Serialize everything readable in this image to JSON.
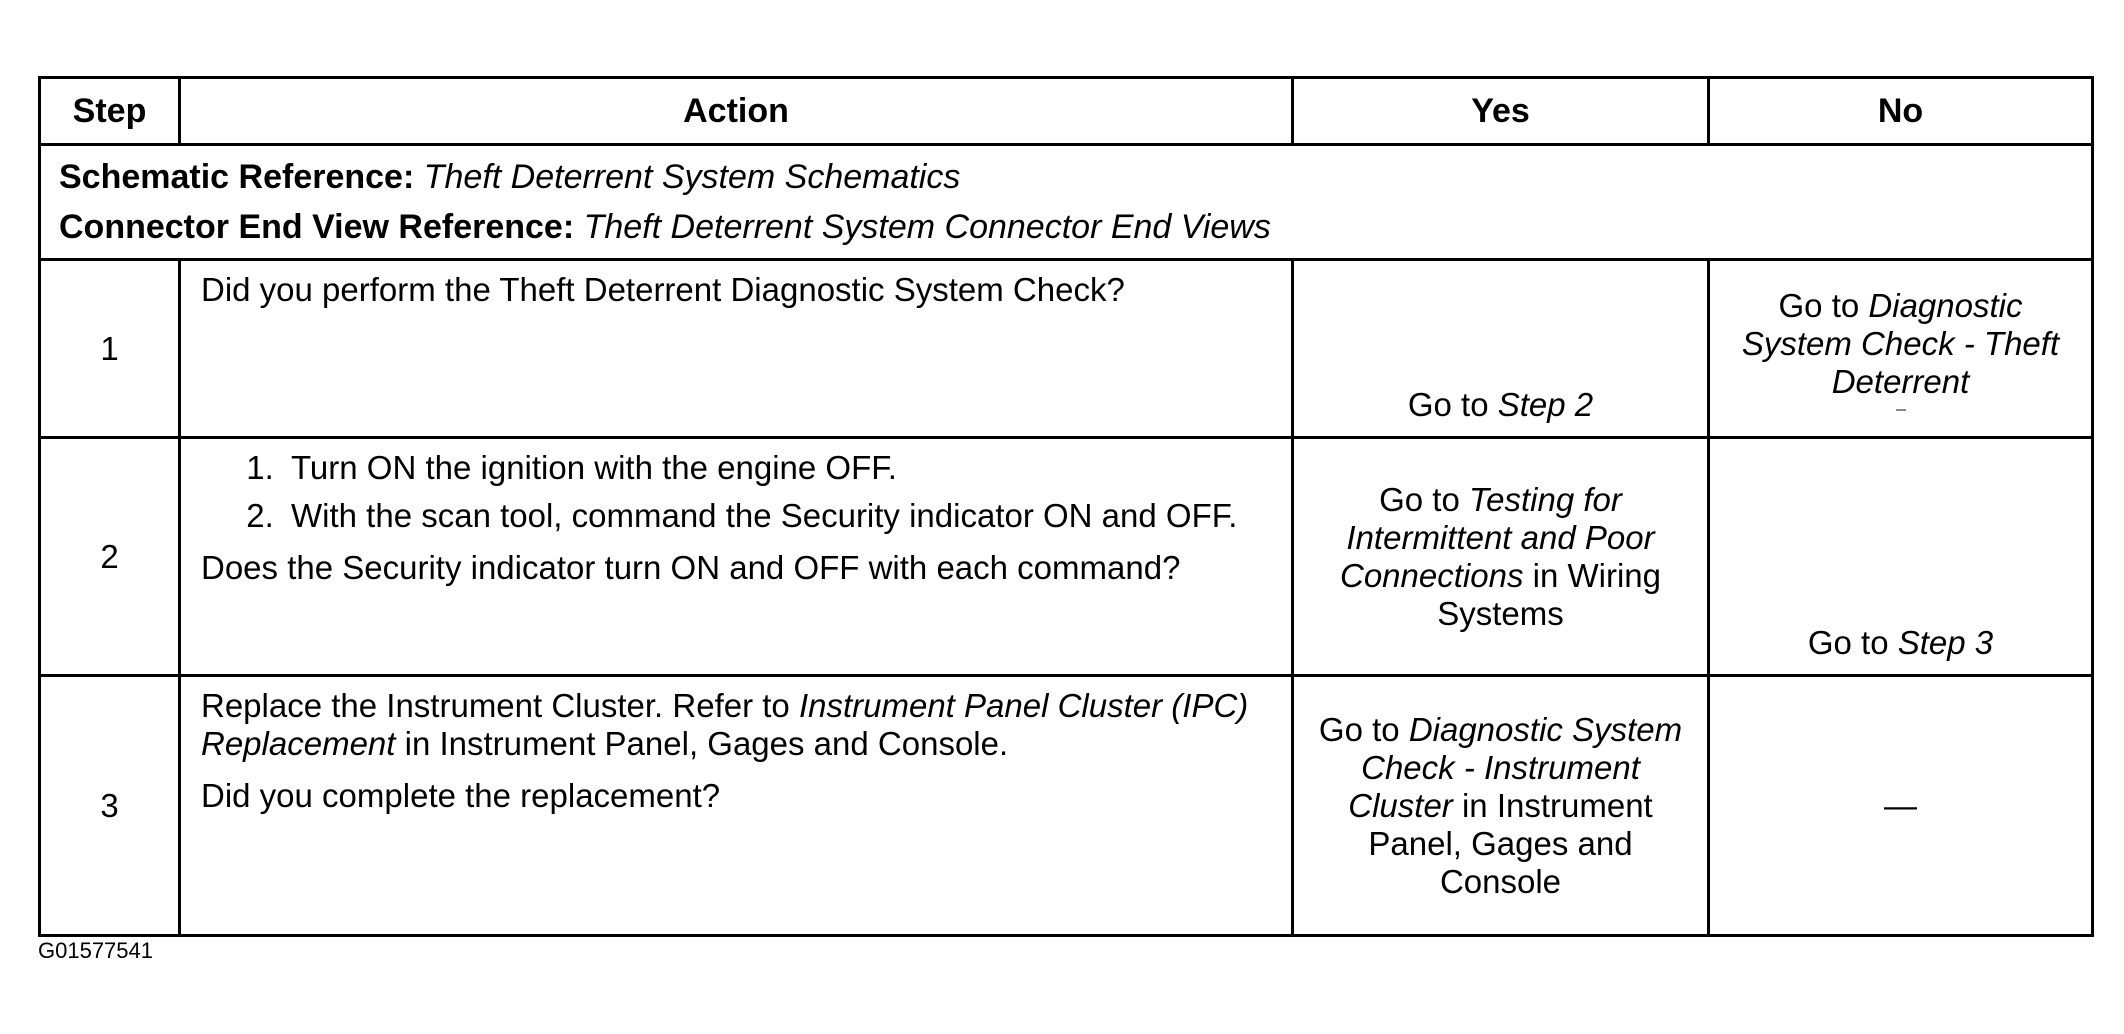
{
  "table": {
    "headers": {
      "step": "Step",
      "action": "Action",
      "yes": "Yes",
      "no": "No"
    },
    "references": {
      "schematic_label": "Schematic Reference:",
      "schematic_value": "Theft Deterrent System Schematics",
      "connector_label": "Connector End View Reference:",
      "connector_value": "Theft Deterrent System Connector End Views"
    },
    "rows": [
      {
        "step": "1",
        "action_question": "Did you perform the Theft Deterrent Diagnostic System Check?",
        "yes_prefix": "Go to ",
        "yes_link": "Step 2",
        "no_prefix": "Go to ",
        "no_link": "Diagnostic System Check - Theft Deterrent"
      },
      {
        "step": "2",
        "action_items": [
          "Turn ON the ignition with the engine OFF.",
          "With the scan tool, command the Security indicator ON and OFF."
        ],
        "action_question": "Does the Security indicator turn ON and OFF with each command?",
        "yes_prefix": "Go to ",
        "yes_link": "Testing for Intermittent and Poor Connections",
        "yes_suffix": " in Wiring Systems",
        "no_prefix": "Go to ",
        "no_link": "Step 3"
      },
      {
        "step": "3",
        "action_text_prefix": "Replace the Instrument Cluster. Refer to ",
        "action_link": "Instrument Panel Cluster (IPC) Replacement",
        "action_text_suffix": " in Instrument Panel, Gages and Console.",
        "action_question": "Did you complete the replacement?",
        "yes_prefix": "Go to ",
        "yes_link": "Diagnostic System Check - Instrument Cluster",
        "yes_suffix": " in Instrument Panel, Gages and Console",
        "no_text": "—"
      }
    ]
  },
  "figure_id": "G01577541"
}
